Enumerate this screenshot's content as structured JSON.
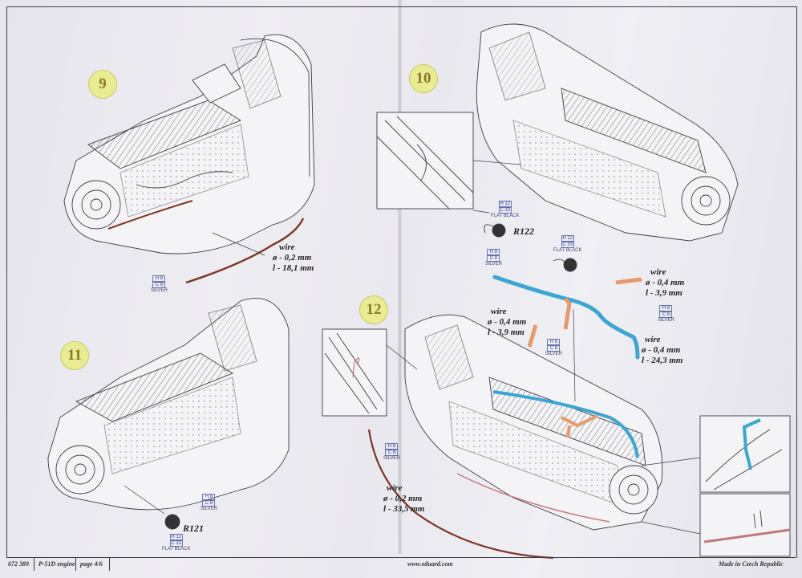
{
  "steps": [
    "9",
    "10",
    "11",
    "12"
  ],
  "wires": {
    "s9": {
      "title": "wire",
      "dia": "ø - 0,2 mm",
      "len": "l - 18,1 mm"
    },
    "s12a": {
      "title": "wire",
      "dia": "ø - 0,4 mm",
      "len": "l - 3,9 mm"
    },
    "s12b": {
      "title": "wire",
      "dia": "ø - 0,4 mm",
      "len": "l - 3,9 mm"
    },
    "s12c": {
      "title": "wire",
      "dia": "ø - 0,4 mm",
      "len": "l - 24,3 mm"
    },
    "s12d": {
      "title": "wire",
      "dia": "ø - 0,2 mm",
      "len": "l - 33,5 mm"
    }
  },
  "paints": {
    "silver": {
      "h": "H 8",
      "c": "C 8",
      "name": "SILVER"
    },
    "flat_black": {
      "h": "H 12",
      "c": "C 33",
      "name": "FLAT BLACK"
    }
  },
  "parts": {
    "r122": "R122",
    "r121": "R121"
  },
  "footer": {
    "code": "672 389",
    "title": "P-51D engine",
    "page": "page 4/6",
    "url": "www.eduard.com",
    "made": "Made in Czech Republic"
  },
  "colors": {
    "copper": "#7a3526",
    "blue": "#3aa6d3",
    "orange": "#e59a6a",
    "pink": "#c07878",
    "line": "#3b3b46"
  }
}
